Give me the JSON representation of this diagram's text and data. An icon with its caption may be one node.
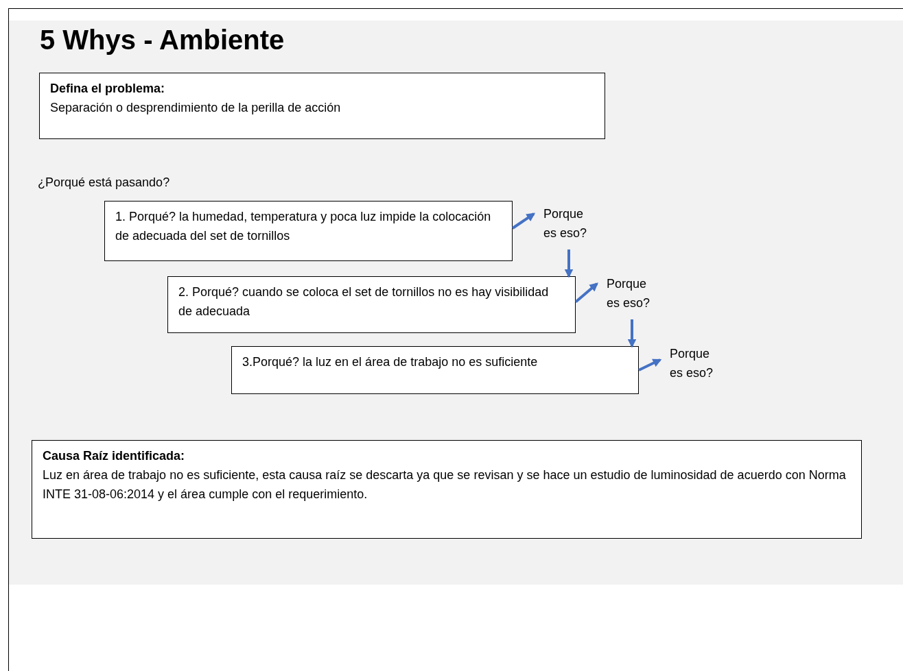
{
  "diagram": {
    "title": "5 Whys - Ambiente",
    "nodes": [
      {
        "text": [
          "Defina el problema:",
          "Separación o desprendimiento de la perilla de acción"
        ]
      },
      {
        "text": [
          "1. Porqué? la humedad, temperatura y poca luz impide la colocación de adecuada del set de tornillos"
        ]
      },
      {
        "text": [
          "Porque es eso?"
        ]
      },
      {
        "text": [
          "2. Porqué? cuando se coloca el set de tornillos no es hay visibilidad de adecuada"
        ]
      },
      {
        "text": [
          "Porque es eso?"
        ]
      },
      {
        "text": [
          "3.Porqué?  la luz en el área de trabajo no es suficiente"
        ]
      },
      {
        "text": [
          "Porque es eso?"
        ]
      },
      {
        "text": [
          "Causa Raíz identificada:",
          "Luz en área de trabajo no es suficiente, esta causa raíz se descarta ya que se revisan y se hace un estudio de luminosidad de acuerdo con Norma INTE 31-08-06:2014  y el área cumple con el requerimiento."
        ]
      }
    ],
    "edges": [
      {
        "from": 1,
        "to": 2,
        "arrow": "to"
      },
      {
        "from": 2,
        "to": 3,
        "arrow": "to"
      },
      {
        "from": 3,
        "to": 4,
        "arrow": "to"
      },
      {
        "from": 4,
        "to": 5,
        "arrow": "to"
      },
      {
        "from": 5,
        "to": 6,
        "arrow": "to"
      }
    ],
    "labels": [
      "¿Porqué está pasando?"
    ]
  }
}
